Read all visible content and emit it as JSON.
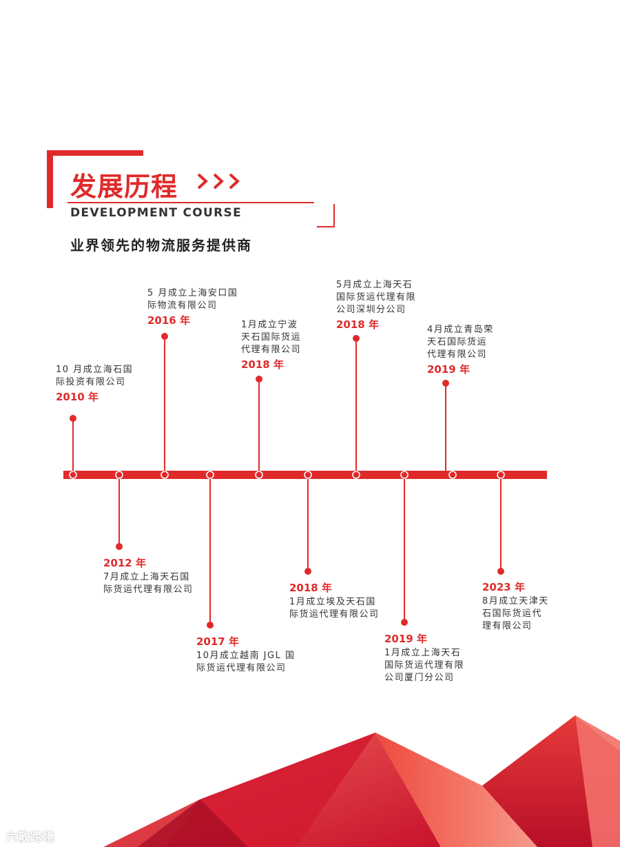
{
  "header": {
    "title_cn": "发展历程",
    "arrows": "›››",
    "title_en": "DEVELOPMENT COURSE",
    "tagline": "业界领先的物流服务提供商"
  },
  "colors": {
    "accent": "#e02a2a",
    "text": "#333333"
  },
  "timeline": {
    "events": [
      {
        "year": "2010 年",
        "desc": "10 月成立海石国\n际投资有限公司"
      },
      {
        "year": "2012 年",
        "desc": "7月成立上海天石国\n际货运代理有限公司"
      },
      {
        "year": "2016 年",
        "desc": "5 月成立上海安口国\n际物流有限公司"
      },
      {
        "year": "2017 年",
        "desc": "10月成立越南 JGL 国\n际货运代理有限公司"
      },
      {
        "year": "2018 年",
        "desc": "1月成立宁波\n天石国际货运\n代理有限公司"
      },
      {
        "year": "2018 年",
        "desc": "1月成立埃及天石国\n际货运代理有限公司"
      },
      {
        "year": "2018 年",
        "desc": "5月成立上海天石\n国际货运代理有限\n公司深圳分公司"
      },
      {
        "year": "2019 年",
        "desc": "1月成立上海天石\n国际货运代理有限\n公司厦门分公司"
      },
      {
        "year": "2019 年",
        "desc": "4月成立青岛荣\n天石国际货运\n代理有限公司"
      },
      {
        "year": "2023 年",
        "desc": "8月成立天津天\n石国际货运代\n理有限公司"
      }
    ]
  },
  "watermark": "六散跨境"
}
